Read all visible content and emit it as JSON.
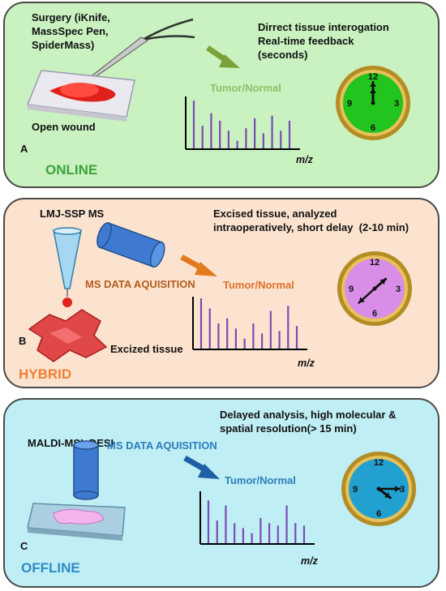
{
  "panels": [
    {
      "id": "a",
      "letter": "A",
      "mode_label": "ONLINE",
      "technique": "Surgery (iKnife,\nMassSpec Pen,\nSpiderMass)",
      "sample_label": "Open wound",
      "description": "Dirrect tissue interogation\nReal-time feedback\n(seconds)",
      "acquisition_label": "",
      "spectrum_title": "Tumor/Normal",
      "axis_label": "m/z",
      "peaks": [
        0.95,
        0.45,
        0.7,
        0.55,
        0.35,
        0.15,
        0.4,
        0.6,
        0.3,
        0.65,
        0.35,
        0.55
      ],
      "colors": {
        "background": "#c9f2c0",
        "mode": "#3da33d",
        "title": "#8fbf6a",
        "clock_face": "#22c41e"
      },
      "clock": {
        "hours": [
          12,
          3,
          6,
          9
        ],
        "time": "12:00"
      }
    },
    {
      "id": "b",
      "letter": "B",
      "mode_label": "HYBRID",
      "technique": "LMJ-SSP MS",
      "sample_label": "Excized tissue",
      "description": "Excised tissue, analyzed\nintraoperatively, short delay  (2-10 min)",
      "acquisition_label": "MS DATA AQUISITION",
      "spectrum_title": "Tumor/Normal",
      "axis_label": "m/z",
      "peaks": [
        1.0,
        0.8,
        0.5,
        0.6,
        0.4,
        0.2,
        0.5,
        0.3,
        0.75,
        0.35,
        0.85,
        0.45
      ],
      "colors": {
        "background": "#fce3cf",
        "mode": "#f07f32",
        "title": "#e0702a",
        "clock_face": "#d88ee6"
      },
      "clock": {
        "hours": [
          12,
          3,
          6,
          9
        ],
        "time": "1:38"
      }
    },
    {
      "id": "c",
      "letter": "C",
      "mode_label": "OFFLINE",
      "technique": "MALDI-MSI, DESI",
      "sample_label": "",
      "description": "Delayed analysis, high molecular &\nspatial resolution(> 15 min)",
      "acquisition_label": "MS DATA AQUISITION",
      "spectrum_title": "Tumor/Normal",
      "axis_label": "m/z",
      "peaks": [
        0.85,
        0.45,
        0.75,
        0.4,
        0.3,
        0.2,
        0.5,
        0.4,
        0.35,
        0.75,
        0.4,
        0.35
      ],
      "colors": {
        "background": "#bfeef4",
        "mode": "#2e8bc9",
        "title": "#2e7cbc",
        "clock_face": "#22a0cf"
      },
      "clock": {
        "hours": [
          12,
          3,
          6,
          9
        ],
        "time": "4:15"
      }
    }
  ]
}
